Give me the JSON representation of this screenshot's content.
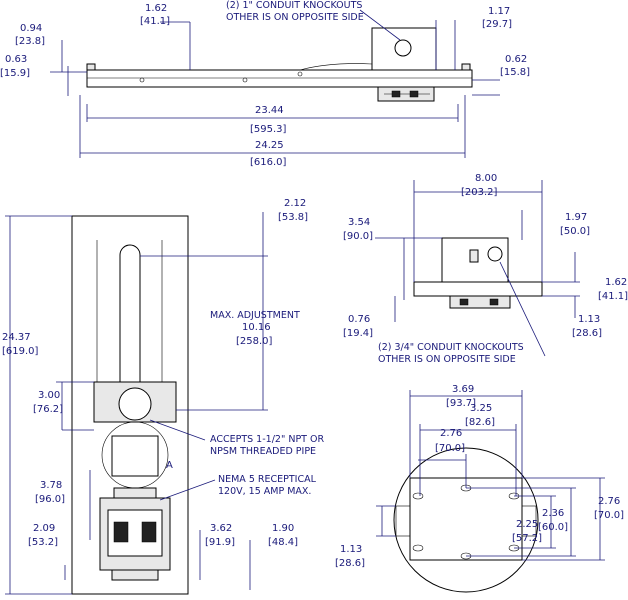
{
  "dims": {
    "d094": "0.94",
    "d094mm": "[23.8]",
    "d063": "0.63",
    "d063mm": "[15.9]",
    "d162top": "1.62",
    "d162topmm": "[41.1]",
    "d117": "1.17",
    "d117mm": "[29.7]",
    "d062": "0.62",
    "d062mm": "[15.8]",
    "d2344": "23.44",
    "d2344mm": "[595.3]",
    "d2425": "24.25",
    "d2425mm": "[616.0]",
    "d800": "8.00",
    "d800mm": "[203.2]",
    "d354": "3.54",
    "d354mm": "[90.0]",
    "d197": "1.97",
    "d197mm": "[50.0]",
    "d162r": "1.62",
    "d162rmm": "[41.1]",
    "d076": "0.76",
    "d076mm": "[19.4]",
    "d113r": "1.13",
    "d113rmm": "[28.6]",
    "d2437": "24.37",
    "d2437mm": "[619.0]",
    "d212": "2.12",
    "d212mm": "[53.8]",
    "d1016": "10.16",
    "d1016mm": "[258.0]",
    "d300": "3.00",
    "d300mm": "[76.2]",
    "d378": "3.78",
    "d378mm": "[96.0]",
    "d209": "2.09",
    "d209mm": "[53.2]",
    "d362": "3.62",
    "d362mm": "[91.9]",
    "d190": "1.90",
    "d190mm": "[48.4]",
    "d369": "3.69",
    "d369mm": "[93.7]",
    "d325": "3.25",
    "d325mm": "[82.6]",
    "d276h": "2.76",
    "d276hmm": "[70.0]",
    "d236": "2.36",
    "d236mm": "[60.0]",
    "d225": "2.25",
    "d225mm": "[57.2]",
    "d276v": "2.76",
    "d276vmm": "[70.0]",
    "d113b": "1.13",
    "d113bmm": "[28.6]"
  },
  "notes": {
    "conduit1": "(2) 1\" CONDUIT KNOCKOUTS",
    "conduit2": "OTHER IS ON OPPOSITE SIDE",
    "maxadj": "MAX. ADJUSTMENT",
    "small1": "(2) 3/4\" CONDUIT KNOCKOUTS",
    "small2": "OTHER IS ON OPPOSITE SIDE",
    "accepts1": "ACCEPTS 1-1/2\" NPT OR",
    "accepts2": "NPSM THREADED PIPE",
    "nema1": "NEMA 5 RECEPTICAL",
    "nema2": "120V, 15 AMP MAX.",
    "markA": "A"
  }
}
